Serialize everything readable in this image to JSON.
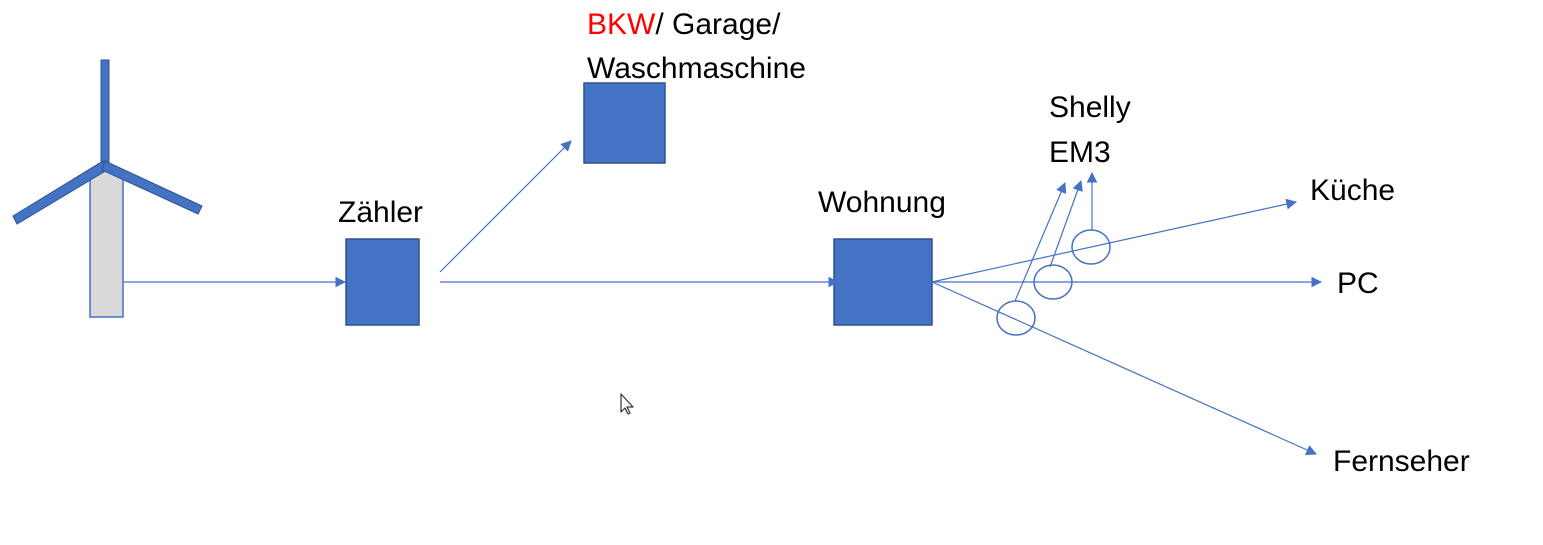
{
  "colors": {
    "box_fill": "#4472c4",
    "box_stroke": "#2f528f",
    "arrow": "#4472c4",
    "tower_fill": "#d9d9d9",
    "highlight": "#ff0000",
    "text": "#000000"
  },
  "icons": [
    "wind-turbine-icon",
    "mouse-cursor-icon"
  ],
  "labels": {
    "bkw": "BKW",
    "garage_line1_rest": "/ Garage/",
    "garage_line2": "Waschmaschine",
    "zaehler": "Zähler",
    "wohnung": "Wohnung",
    "shelly_line1": "Shelly",
    "shelly_line2": "EM3",
    "kueche": "Küche",
    "pc": "PC",
    "fernseher": "Fernseher"
  }
}
